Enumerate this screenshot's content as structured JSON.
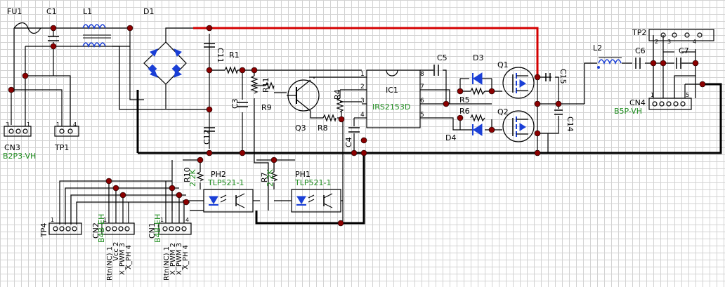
{
  "schematic": {
    "refs": {
      "fu1": "FU1",
      "c1": "C1",
      "l1": "L1",
      "d1": "D1",
      "c11": "C11",
      "c12": "C12",
      "r1": "R1",
      "c3": "C3",
      "r11": "R11",
      "r9": "R9",
      "q3": "Q3",
      "r8": "R8",
      "r4": "R4",
      "c4": "C4",
      "ic1": "IC1",
      "c5": "C5",
      "d3": "D3",
      "d4": "D4",
      "r5": "R5",
      "r6": "R6",
      "q1": "Q1",
      "q2": "Q2",
      "c15": "C15",
      "c14": "C14",
      "l2": "L2",
      "c6": "C6",
      "c7": "C7",
      "tp1": "TP1",
      "tp2": "TP2",
      "tp4": "TP4",
      "cn1": "CN1",
      "cn2": "CN2",
      "cn3": "CN3",
      "cn4": "CN4",
      "r10": "R10",
      "r7": "R7",
      "ph1": "PH1",
      "ph2": "PH2"
    },
    "values": {
      "ic1": "IRS2153D",
      "cn3": "B2P3-VH",
      "cn4": "B5P-VH",
      "cn1": "B4B-EH",
      "cn2": "B4B-EH",
      "r10": "2.2K",
      "r7": "2.2K",
      "ph1": "TLP521-1",
      "ph2": "TLP521-1"
    },
    "ic_pins": [
      "1",
      "2",
      "3",
      "4",
      "8",
      "7",
      "6",
      "5"
    ],
    "connector_pins": {
      "cn3": [
        "3",
        "1"
      ],
      "tp1": [
        "1",
        "4"
      ],
      "tp2": [
        "2",
        "3",
        "4"
      ],
      "cn4": [
        "1",
        "5"
      ],
      "cn1": [
        "1",
        "4"
      ],
      "cn2": [
        "1"
      ],
      "tp4": [
        "1"
      ]
    },
    "cn1_pin_labels": [
      "Rtn(NC) 1",
      "X_PWM 2",
      "X_PWM 3",
      "X_PH 4"
    ],
    "cn2_pin_labels": [
      "Rtn(NC) 1",
      "Vcc 2",
      "X_PWM 3",
      "X_PH 4"
    ],
    "colors": {
      "power_rail": "#d40000",
      "component_fill": "#1a3fd6",
      "value_text": "#1e8c1e",
      "junction": "#8b0000"
    }
  }
}
